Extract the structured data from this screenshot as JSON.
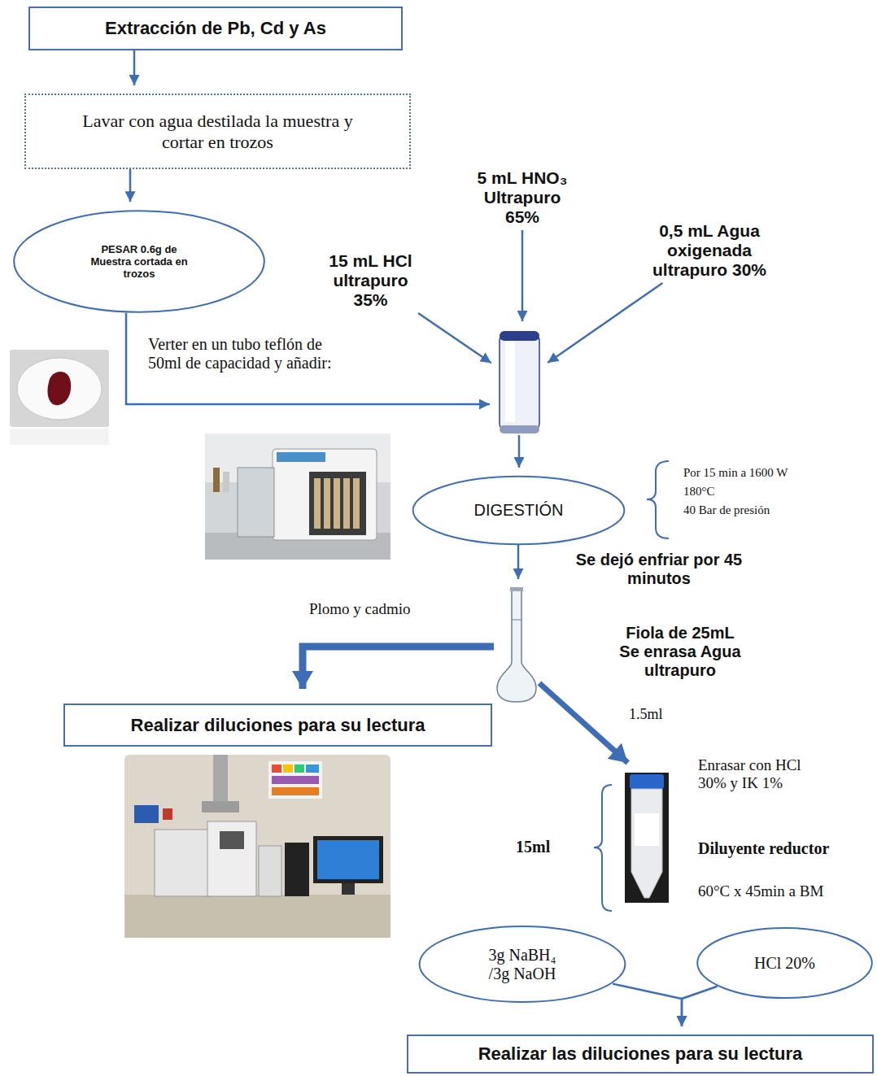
{
  "diagram": {
    "nodes": [
      {
        "text": [
          "Extracción de Pb, Cd y As"
        ]
      },
      {
        "text": [
          "Lavar con agua destilada la muestra y cortar en trozos"
        ]
      },
      {
        "text": [
          "PESAR 0.6g de Muestra cortada en trozos"
        ]
      },
      {
        "text": [
          "15 mL HCl ultrapuro 35%"
        ]
      },
      {
        "text": [
          "5 mL HNO₃ Ultrapuro 65%"
        ]
      },
      {
        "text": [
          "0,5 mL Agua oxigenada ultrapuro 30%"
        ]
      },
      {
        "text": [
          "Verter en un tubo teflón de 50ml de capacidad y añadir:"
        ]
      },
      {
        "text": [
          "DIGESTIÓN"
        ]
      },
      {
        "text": [
          "Fiola de 25mL Se enrasa Agua ultrapuro"
        ]
      },
      {
        "text": [
          "Realizar diluciones para su lectura"
        ]
      },
      {
        "text": [
          "Enrasar con HCl 30% y IK 1%",
          "Diluyente reductor",
          "60°C x 45min a BM"
        ]
      },
      {
        "text": [
          "3g NaBH₄ /3g NaOH"
        ]
      },
      {
        "text": [
          "HCl 20%"
        ]
      },
      {
        "text": [
          "Realizar las diluciones para su lectura"
        ]
      }
    ],
    "edges": [
      {
        "from": 0,
        "to": 1,
        "arrow": "to"
      },
      {
        "from": 1,
        "to": 2,
        "arrow": "to"
      },
      {
        "from": 2,
        "to": 6,
        "arrow": "to"
      },
      {
        "from": 3,
        "to": 6,
        "arrow": "to"
      },
      {
        "from": 4,
        "to": 6,
        "arrow": "to"
      },
      {
        "from": 5,
        "to": 6,
        "arrow": "to"
      },
      {
        "from": 6,
        "to": 7,
        "arrow": "to"
      },
      {
        "from": 7,
        "to": 8,
        "label": "Se dejó enfriar por 45 minutos",
        "arrow": "to"
      },
      {
        "from": 8,
        "to": 9,
        "label": "Plomo y cadmio",
        "arrow": "to"
      },
      {
        "from": 8,
        "to": 10,
        "label": "1.5ml",
        "arrow": "to"
      },
      {
        "from": 11,
        "to": 13,
        "arrow": "to"
      },
      {
        "from": 12,
        "to": 13,
        "arrow": "to"
      }
    ],
    "labels": [
      "Por 15 min a 1600 W",
      "180°C",
      "40 Bar de presión",
      "15ml"
    ]
  }
}
